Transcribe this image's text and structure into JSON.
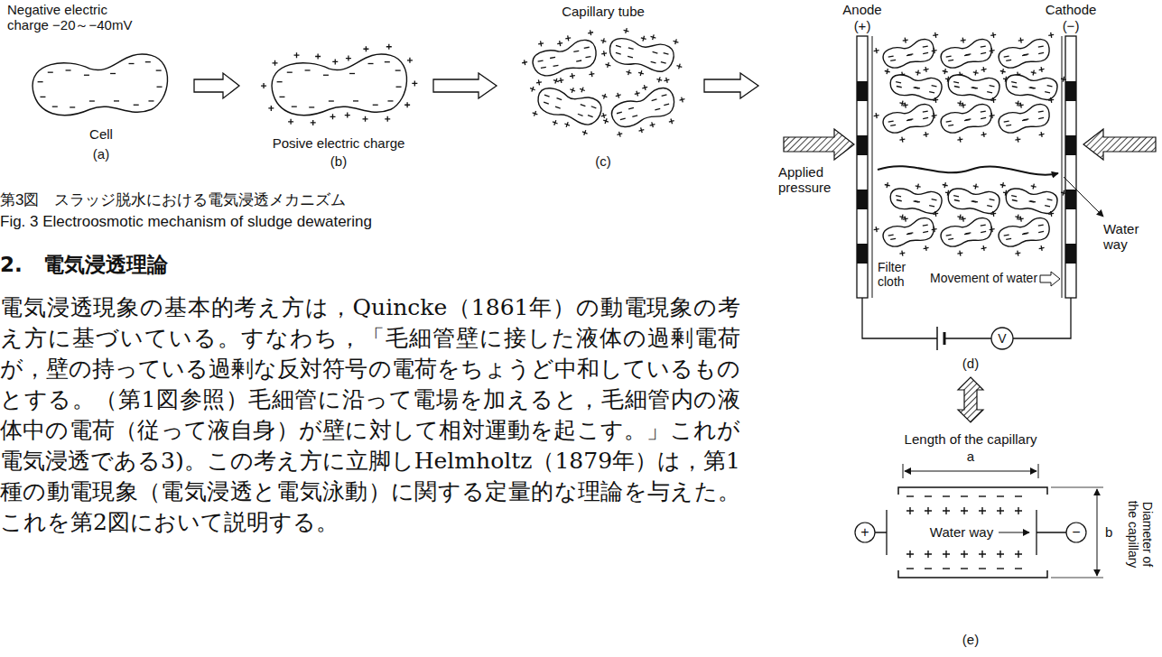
{
  "diagram": {
    "caption": "第3図　スラッジ脱水における電気浸透メカニズム",
    "labels": [
      "Negative electric charge −20～−40mV",
      "Cell",
      "(a)",
      "Posive electric charge",
      "(b)",
      "Capillary tube",
      "(c)",
      "Anode",
      "(+)",
      "Cathode",
      "(−)",
      "Applied pressure",
      "Water way",
      "Filter cloth",
      "Movement of water",
      "V",
      "(d)",
      "Length of the capillary",
      "a",
      "+",
      "−",
      "Water way",
      "b",
      "Diameter of the capillary",
      "(e)",
      "Fig. 3 Electroosmotic mechanism of sludge dewatering",
      "2.　電気浸透理論",
      "電気浸透現象の基本的考え方は，Quincke（1861年）の動電現象の考え方に基づいている。すなわち，「毛細管壁に接した液体の過剰電荷が，壁の持っている過剰な反対符号の電荷をちょうど中和しているものとする。（第1図参照）毛細管に沿って電場を加えると，毛細管内の液体中の電荷（従って液自身）が壁に対して相対運動を起こす。」これが電気浸透である3)。この考え方に立脚しHelmholtz（1879年）は，第1種の動電現象（電気浸透と電気泳動）に関する定量的な理論を与えた。これを第2図において説明する。"
    ]
  }
}
